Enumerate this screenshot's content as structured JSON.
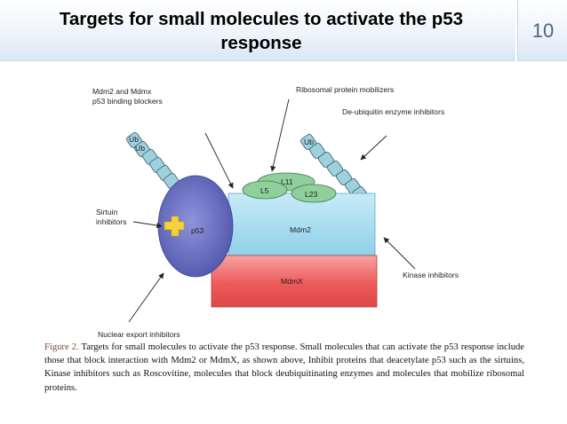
{
  "slide": {
    "title_line1": "Targets for small molecules to activate the p53",
    "title_line2": "response",
    "page_number": "10"
  },
  "diagram": {
    "labels": {
      "mdm2_mdmx_blockers_line1": "Mdm2 and Mdmx",
      "mdm2_mdmx_blockers_line2": "p53 binding  blockers",
      "ribosomal_mobilizers": "Ribosomal protein mobilizers",
      "deubiquitin_inhibitors": "De-ubiquitin enzyme inhibitors",
      "sirtuin_line1": "Sirtuin",
      "sirtuin_line2": "inhibitors",
      "kinase_inhibitors": "Kinase inhibitors",
      "nuclear_export_inhibitors": "Nuclear export inhibitors"
    },
    "proteins": {
      "p53": "p53",
      "mdm2": "Mdm2",
      "mdmx": "MdmX",
      "l11": "L11",
      "l5": "L5",
      "l23": "L23",
      "ub_a": "Ub",
      "ub_b": "Ub",
      "ub_c": "Ub"
    },
    "colors": {
      "p53": "#6f74c6",
      "mdm2": "#a9ddef",
      "mdmx": "#ee5a5a",
      "ribosomal": "#8fcf9b",
      "ubiquitin": "#9ed0dd",
      "modification": "#f3d23b"
    }
  },
  "caption": {
    "label": "Figure 2.",
    "text": " Targets for small molecules to activate the p53 response. Small molecules that can activate the p53 response include those that block interaction with Mdm2 or MdmX, as shown above, Inhibit proteins that deacetylate p53 such as the sirtuins, Kinase inhibitors such as Roscovitine, molecules that block deubiquitinating enzymes and molecules that mobilize ribosomal proteins."
  }
}
